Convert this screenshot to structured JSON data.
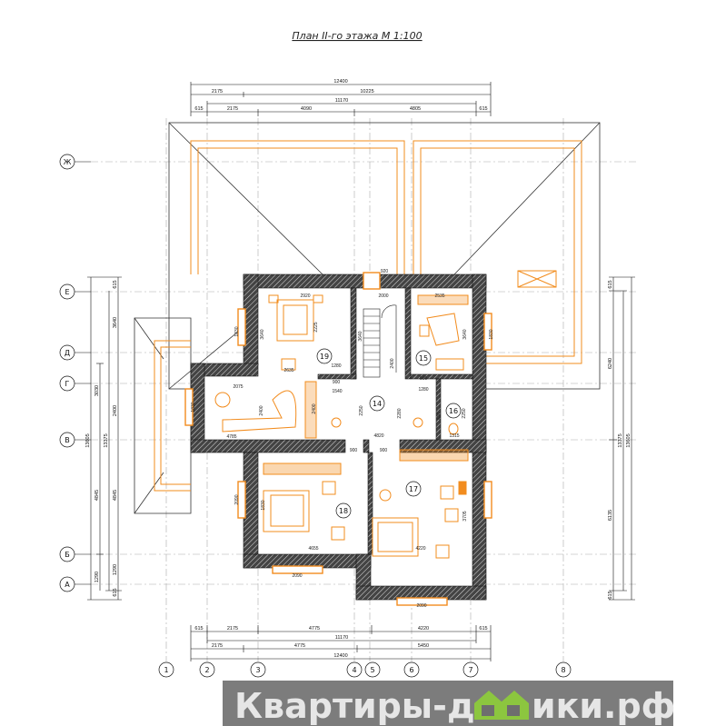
{
  "title": "План II-го этажа М 1:100",
  "axes": {
    "rows": [
      "Ж",
      "Е",
      "Д",
      "Г",
      "В",
      "Б",
      "А"
    ],
    "cols": [
      "1",
      "2",
      "3",
      "4",
      "5",
      "6",
      "7",
      "8"
    ]
  },
  "dims_top": {
    "overall": "12400",
    "row2": [
      "2175",
      "10225"
    ],
    "row3": "11170",
    "row4": [
      "615",
      "2175",
      "4090",
      "4805",
      "615"
    ]
  },
  "dims_bottom": {
    "row1": [
      "615",
      "2175",
      "4775",
      "4220",
      "615"
    ],
    "row2": "11170",
    "row3": [
      "2175",
      "4775",
      "5450"
    ],
    "overall": "12400"
  },
  "dims_left": {
    "inner": [
      "615",
      "3640",
      "2400",
      "4845",
      "1290",
      "615"
    ],
    "mid": [
      "3030",
      "4845",
      "1290"
    ],
    "total1": "13375",
    "total2": "13605"
  },
  "dims_right": {
    "inner": [
      "615",
      "6240",
      "6135",
      "615"
    ],
    "total1": "13375",
    "total2": "13605"
  },
  "room_dims": [
    "920",
    "2920",
    "2000",
    "2535",
    "1830",
    "3640",
    "2225",
    "3640",
    "3640",
    "1830",
    "2635",
    "1280",
    "900",
    "1540",
    "2075",
    "2400",
    "2400",
    "2250",
    "2400",
    "2280",
    "900",
    "1280",
    "800",
    "2250",
    "4785",
    "4820",
    "1315",
    "900",
    "900",
    "1830",
    "4655",
    "4220",
    "2090",
    "2090",
    "2090",
    "1830",
    "3705"
  ],
  "rooms": [
    "19",
    "15",
    "14",
    "16",
    "18",
    "17"
  ],
  "watermark": {
    "part1": "Квартиры-до",
    "part2": "ики.рф",
    "full": "Квартиры-домики.рф"
  },
  "colors": {
    "wall": "#2b2b2b",
    "furniture": "#f28c1e",
    "grid": "#9a9a9a",
    "watermark_bg": "#6e6e6e",
    "logo": "#8cc63f"
  }
}
